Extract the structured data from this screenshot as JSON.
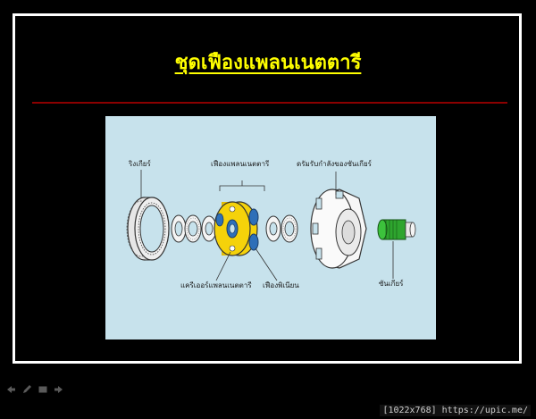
{
  "slide": {
    "title": "ชุดเฟืองแพลนเนตตารี"
  },
  "diagram": {
    "labels": {
      "ring_gear": "ริงเกียร์",
      "planetary_gear_set": "เฟืองแพลนเนตตารี",
      "sun_gear_drive_shell": "ดรัมรับกำลังของซันเกียร์",
      "planet_carrier": "แครีเออร์แพลนเนตตารี",
      "pinion_gear": "เฟืองพิเนียน",
      "sun_gear": "ซันเกียร์"
    },
    "colors": {
      "panel": "#c7e2ec",
      "carrier": "#f5d20a",
      "pinion": "#2e6fb8",
      "sun_gear": "#2ea52e"
    }
  },
  "nav": {
    "icons": [
      "back-arrow-icon",
      "pen-icon",
      "slide-menu-icon",
      "forward-arrow-icon"
    ]
  },
  "watermark": "[1022x768] https://upic.me/"
}
